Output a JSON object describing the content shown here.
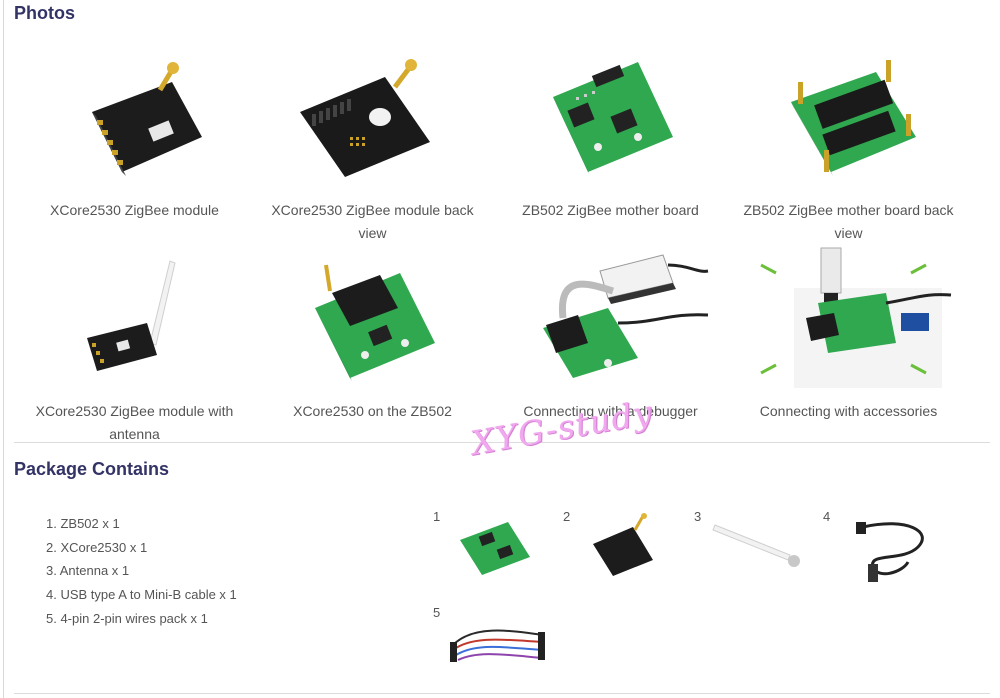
{
  "photos": {
    "heading": "Photos",
    "items": [
      {
        "caption": "XCore2530 ZigBee module",
        "icon": "xcore2530-module-photo"
      },
      {
        "caption": "XCore2530 ZigBee module back view",
        "icon": "xcore2530-module-back-photo"
      },
      {
        "caption": "ZB502 ZigBee mother board",
        "icon": "zb502-board-photo"
      },
      {
        "caption": "ZB502 ZigBee mother board back view",
        "icon": "zb502-board-back-photo"
      },
      {
        "caption": "XCore2530 ZigBee module with antenna",
        "icon": "module-with-antenna-photo"
      },
      {
        "caption": "XCore2530 on the ZB502",
        "icon": "module-on-board-photo"
      },
      {
        "caption": "Connecting with a debugger",
        "icon": "debugger-connection-photo"
      },
      {
        "caption": "Connecting with accessories",
        "icon": "accessories-connection-photo"
      }
    ]
  },
  "watermark": "XYG-study",
  "package": {
    "heading": "Package Contains",
    "items": [
      "1. ZB502 x 1",
      "2. XCore2530 x 1",
      "3. Antenna x 1",
      "4. USB type A to Mini-B cable x 1",
      "5. 4-pin 2-pin wires pack x 1"
    ],
    "image_numbers": [
      "1",
      "2",
      "3",
      "4",
      "5"
    ]
  },
  "colors": {
    "heading": "#333366",
    "pcb_green": "#2fa84f",
    "pcb_black": "#1c1c1c",
    "watermark": "#f0a9ee"
  }
}
